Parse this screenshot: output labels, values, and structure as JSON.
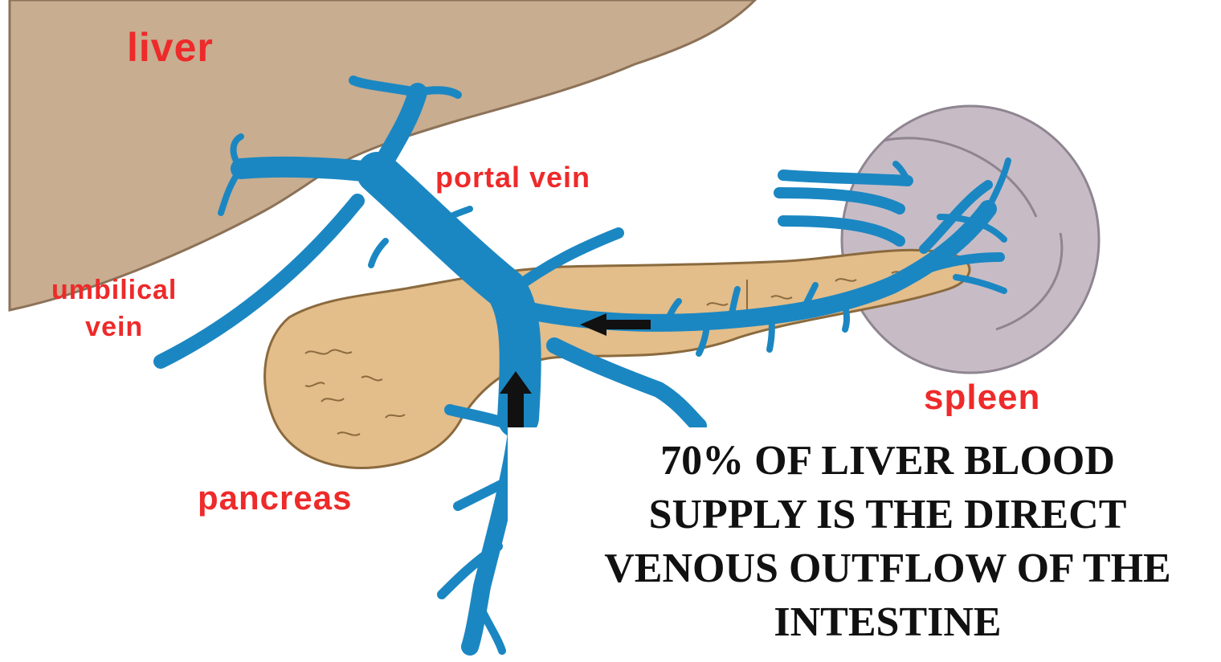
{
  "labels": {
    "liver": "liver",
    "portal_vein": "portal vein",
    "umbilical_vein_line1": "umbilical",
    "umbilical_vein_line2": "vein",
    "spleen": "spleen",
    "pancreas": "pancreas"
  },
  "caption": {
    "line1": "70% OF LIVER BLOOD",
    "line2": "SUPPLY IS THE DIRECT",
    "line3": "VENOUS OUTFLOW OF THE",
    "line4": "INTESTINE"
  },
  "colors": {
    "liver": "#c8ad90",
    "pancreas": "#e3bd8a",
    "spleen": "#c7bcc6",
    "vein": "#1b87c2",
    "label_red": "#ee2a2a",
    "arrow": "#111111"
  }
}
